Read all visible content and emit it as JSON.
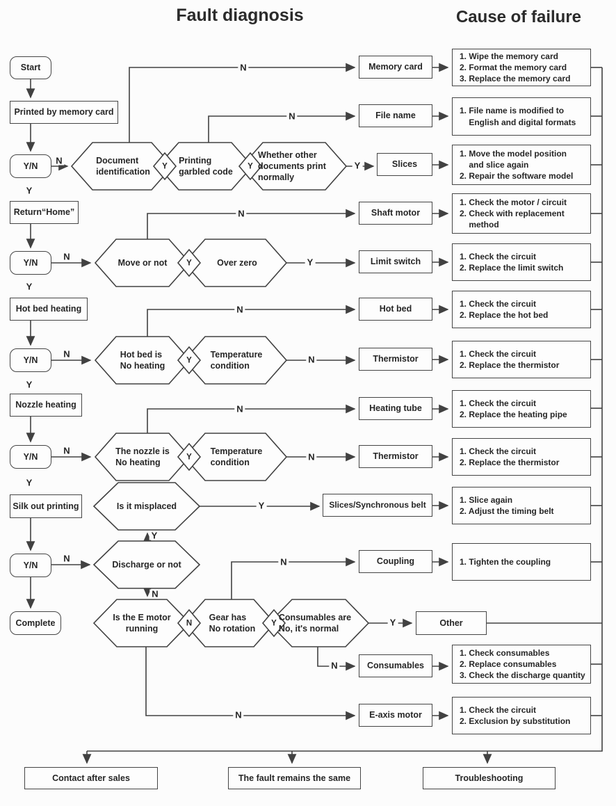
{
  "titles": {
    "left": "Fault diagnosis",
    "right": "Cause of failure"
  },
  "labels": {
    "yes": "Y",
    "no": "N",
    "yn": "Y/N"
  },
  "flow": {
    "start": "Start",
    "printed_by_memory_card": "Printed by memory card",
    "return_home": "Return“Home”",
    "hot_bed_heating": "Hot bed heating",
    "nozzle_heating": "Nozzle heating",
    "silk_out_printing": "Silk out printing",
    "complete": "Complete"
  },
  "decisions": {
    "document_identification": "Document\nidentification",
    "printing_garbled_code": "Printing\ngarbled code",
    "other_documents_print": "Whether other\ndocuments print\nnormally",
    "move_or_not": "Move or not",
    "over_zero": "Over zero",
    "hot_bed_no_heating": "Hot bed is\nNo heating",
    "temperature_condition_bed": "Temperature\ncondition",
    "nozzle_no_heating": "The nozzle is\nNo heating",
    "temperature_condition_nozzle": "Temperature\ncondition",
    "is_it_misplaced": "Is it misplaced",
    "discharge_or_not": "Discharge or not",
    "e_motor_running": "Is the E motor\nrunning",
    "gear_no_rotation": "Gear has\nNo rotation",
    "consumables_normal": "Consumables are\nNo, it's normal"
  },
  "components": {
    "memory_card": "Memory card",
    "file_name": "File name",
    "slices": "Slices",
    "shaft_motor": "Shaft motor",
    "limit_switch": "Limit switch",
    "hot_bed": "Hot bed",
    "thermistor_bed": "Thermistor",
    "heating_tube": "Heating tube",
    "thermistor_nozzle": "Thermistor",
    "slices_synchronous_belt": "Slices/Synchronous belt",
    "coupling": "Coupling",
    "other": "Other",
    "consumables": "Consumables",
    "e_axis_motor": "E-axis motor"
  },
  "causes": {
    "memory_card": "1. Wipe the memory card\n2. Format the memory card\n3. Replace the memory card",
    "file_name": "1. File name is modified to\n    English and digital formats",
    "slices": "1. Move the model position\n    and slice again\n2. Repair the software model",
    "shaft_motor": "1. Check the motor / circuit\n2. Check with replacement\n    method",
    "limit_switch": "1. Check the circuit\n2. Replace the limit switch",
    "hot_bed": "1. Check the circuit\n2. Replace the hot bed",
    "thermistor_bed": "1. Check the circuit\n2. Replace the thermistor",
    "heating_tube": "1. Check the circuit\n2. Replace the heating pipe",
    "thermistor_nozzle": "1. Check the circuit\n2. Replace the thermistor",
    "slices_belt": "1. Slice again\n2. Adjust the timing belt",
    "coupling": "1. Tighten the coupling",
    "consumables": "1. Check consumables\n2. Replace consumables\n3. Check the discharge quantity",
    "e_axis_motor": "1. Check the circuit\n2. Exclusion by substitution"
  },
  "footer": {
    "contact_after_sales": "Contact after sales",
    "fault_remains": "The fault remains the same",
    "troubleshooting": "Troubleshooting"
  }
}
